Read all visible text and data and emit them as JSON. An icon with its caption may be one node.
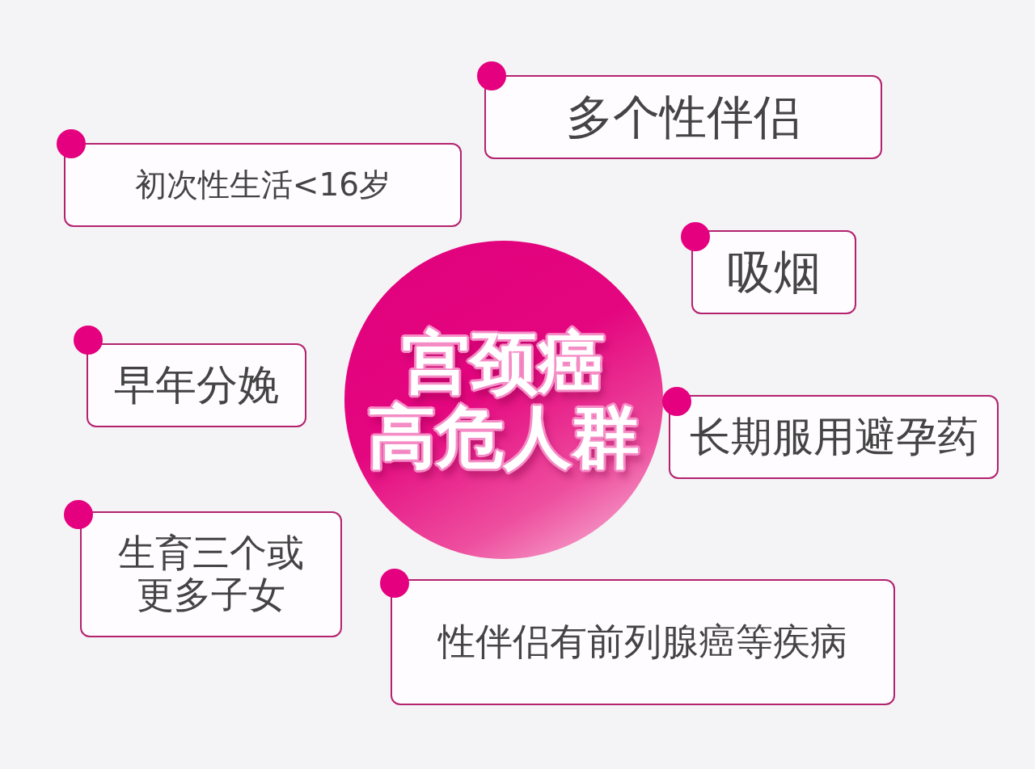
{
  "diagram": {
    "nodes": [
      {
        "text": [
          "宫颈癌高危人群"
        ]
      },
      {
        "text": [
          "多个性伴侣"
        ]
      },
      {
        "text": [
          "初次性生活<16岁"
        ]
      },
      {
        "text": [
          "吸烟"
        ]
      },
      {
        "text": [
          "早年分娩"
        ]
      },
      {
        "text": [
          "长期服用避孕药"
        ]
      },
      {
        "text": [
          "生育三个或更多子女"
        ]
      },
      {
        "text": [
          "性伴侣有前列腺癌等疾病"
        ]
      }
    ]
  }
}
